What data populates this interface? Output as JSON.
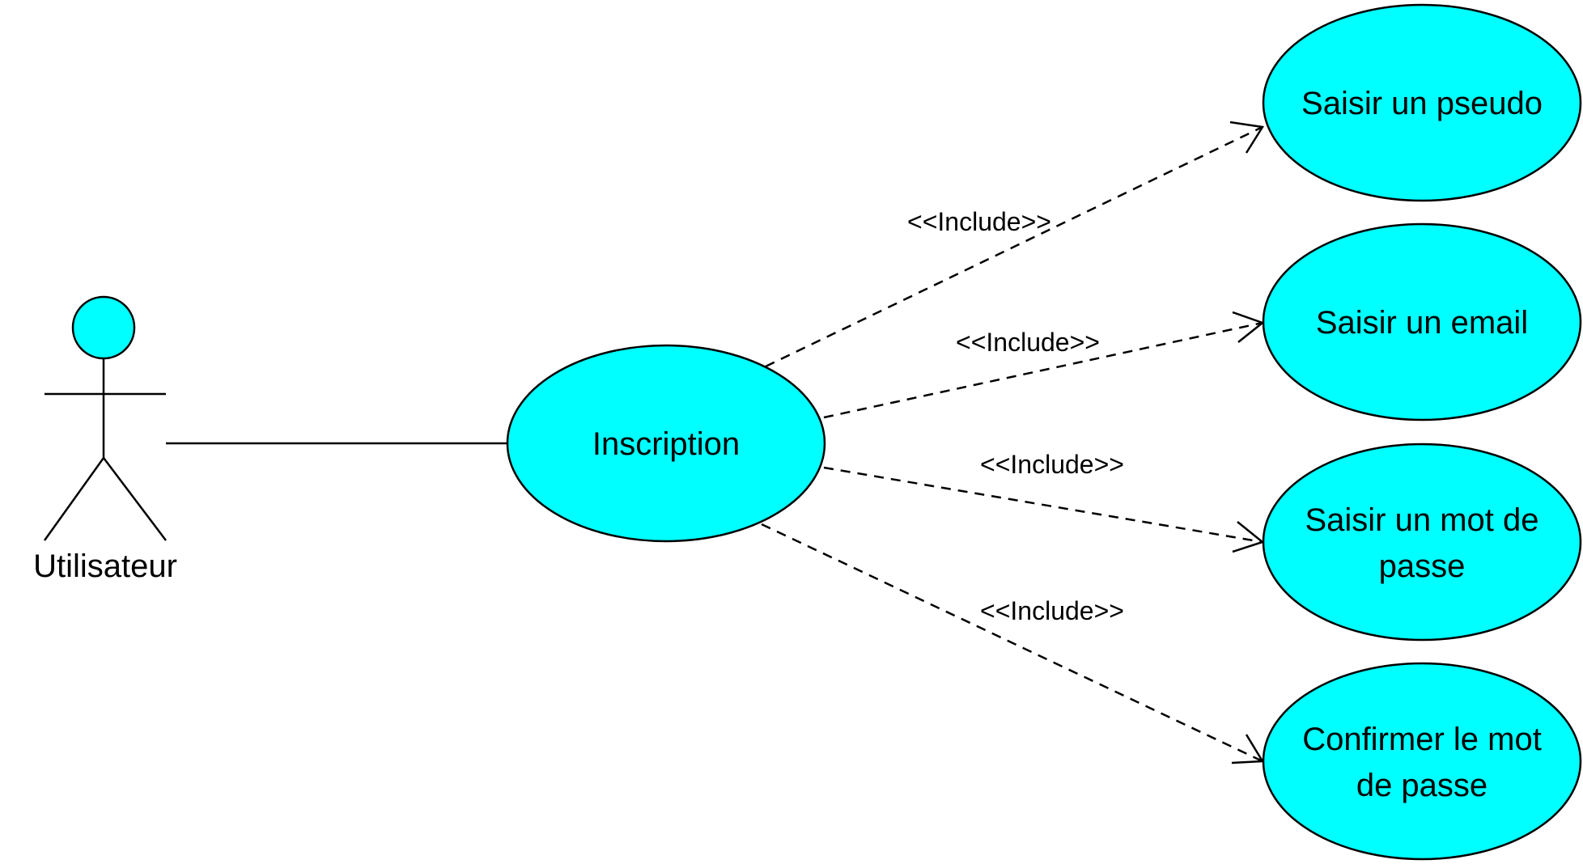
{
  "colors": {
    "fill": "#00ffff",
    "stroke": "#000000",
    "background": "#ffffff"
  },
  "actor": {
    "name": "Utilisateur"
  },
  "main_use_case": {
    "label": "Inscription"
  },
  "included_use_cases": [
    {
      "lines": [
        "Saisir un pseudo"
      ]
    },
    {
      "lines": [
        "Saisir un email"
      ]
    },
    {
      "lines": [
        "Saisir un mot de",
        "passe"
      ]
    },
    {
      "lines": [
        "Confirmer le mot",
        "de passe"
      ]
    }
  ],
  "relations": [
    {
      "stereotype": "<<Include>>"
    },
    {
      "stereotype": "<<Include>>"
    },
    {
      "stereotype": "<<Include>>"
    },
    {
      "stereotype": "<<Include>>"
    }
  ]
}
